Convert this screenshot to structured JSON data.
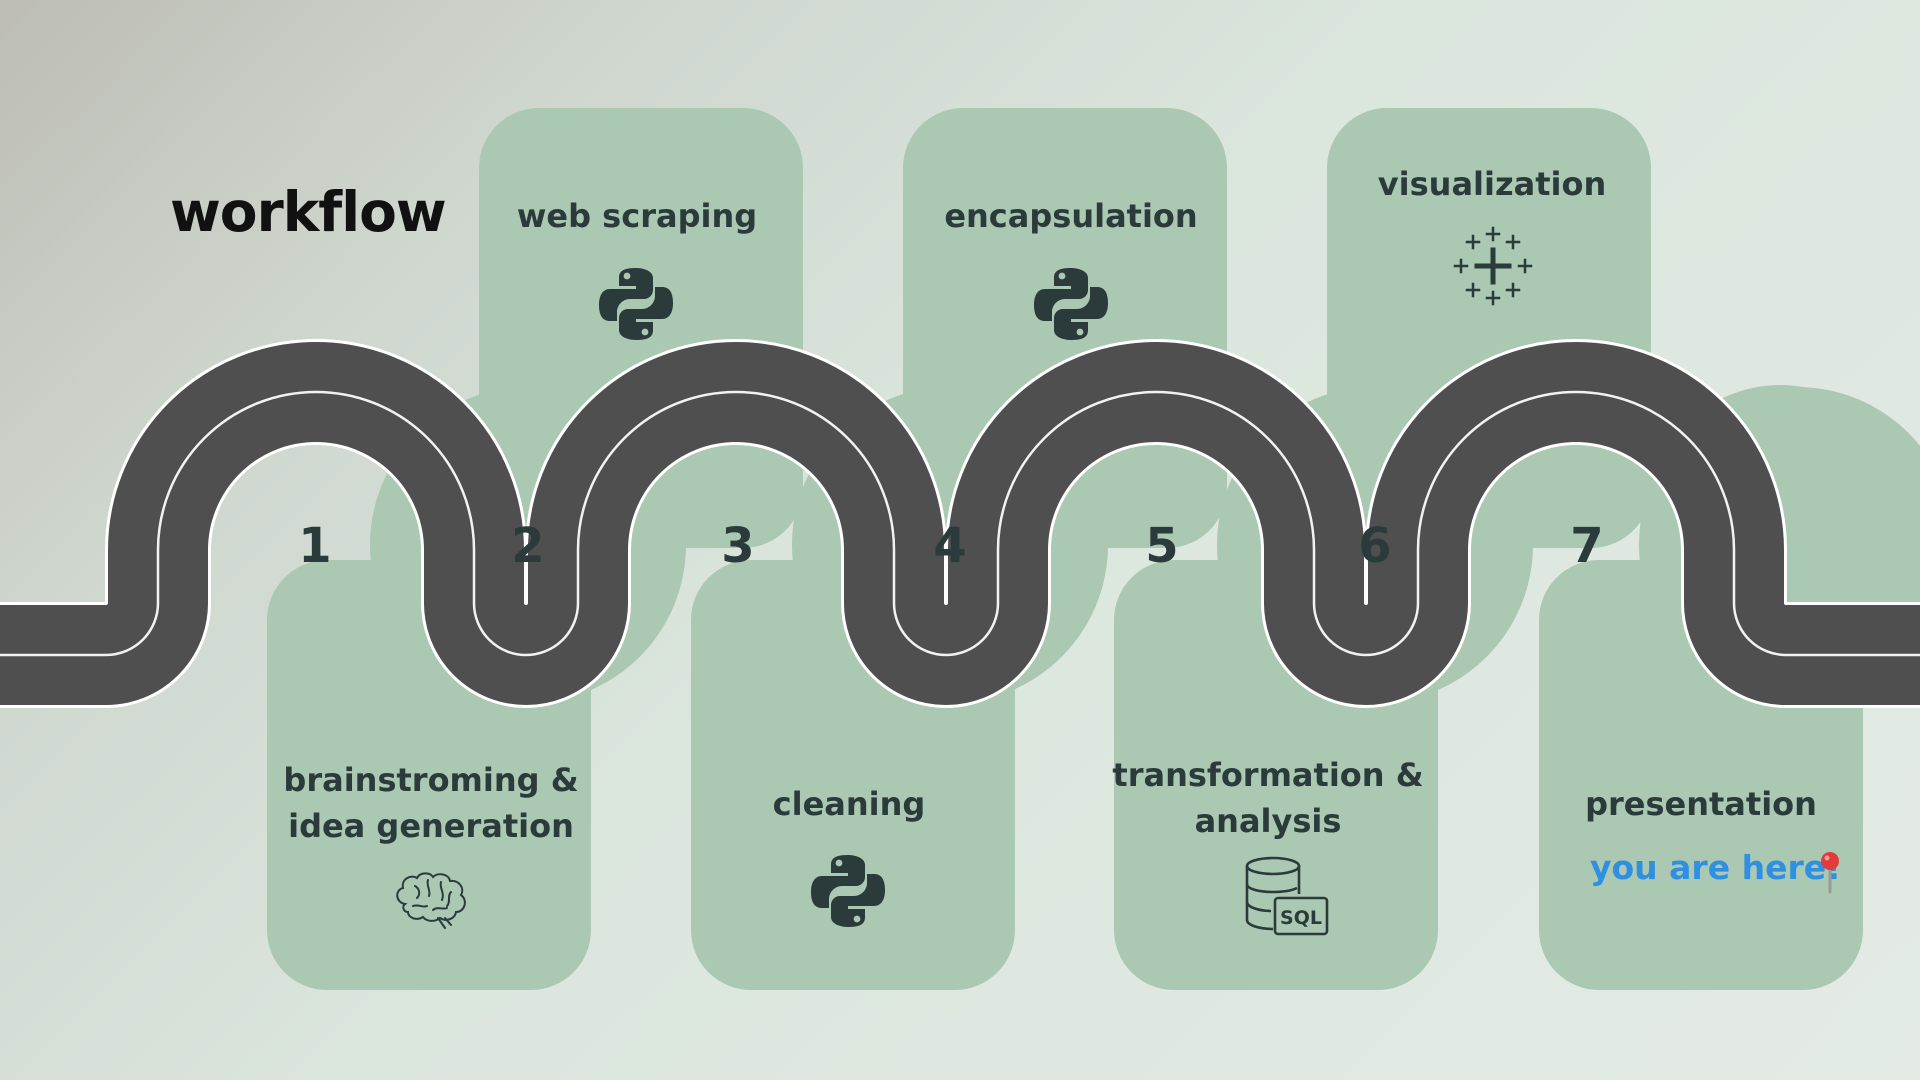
{
  "title": "workflow",
  "steps": [
    {
      "number": "1",
      "label_lines": [
        "brainstroming &",
        "idea generation"
      ],
      "icon": "brain-icon"
    },
    {
      "number": "2",
      "label_lines": [
        "web scraping"
      ],
      "icon": "python-icon"
    },
    {
      "number": "3",
      "label_lines": [
        "cleaning"
      ],
      "icon": "python-icon"
    },
    {
      "number": "4",
      "label_lines": [
        "encapsulation"
      ],
      "icon": "python-icon"
    },
    {
      "number": "5",
      "label_lines": [
        "transformation &",
        "analysis"
      ],
      "icon": "sql-database-icon"
    },
    {
      "number": "6",
      "label_lines": [
        "visualization"
      ],
      "icon": "tableau-icon"
    },
    {
      "number": "7",
      "label_lines": [
        "presentation"
      ],
      "icon": "map-pin-icon"
    }
  ],
  "here_text": "you are here!",
  "colors": {
    "card": "#abc8b2",
    "road": "#4f4f4f",
    "road_line": "#f2f2f2",
    "text": "#2b3a3a",
    "here": "#2f8fe0",
    "pin": "#e23b3b"
  }
}
